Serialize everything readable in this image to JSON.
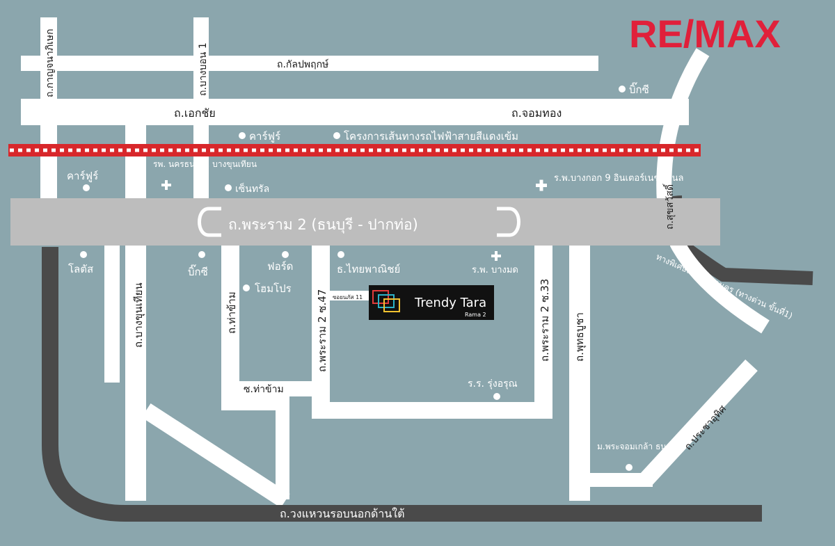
{
  "brand": {
    "logo_text": "RE/MAX",
    "color_red": "#e0203a",
    "color_blue": "#0a4fa0"
  },
  "colors": {
    "background": "#8ba6ad",
    "road": "#ffffff",
    "highway": "#bdbdbd",
    "ring_road": "#4a4a4a",
    "rail": "#d8272b"
  },
  "roads": {
    "kanchanaphisek": "ถ.กาญจนาภิเษก",
    "bang_bon_1": "ถ.บางบอน 1",
    "kanlapaphruek": "ถ.กัลปพฤกษ์",
    "ekkachai": "ถ.เอกชัย",
    "chom_thong": "ถ.จอมทอง",
    "rama2": "ถ.พระราม 2 (ธนบุรี - ปากท่อ)",
    "bang_khun_thian": "ถ.บางขุนเทียน",
    "tha_kham": "ถ.ท่าข้าม",
    "soi_tha_kham": "ซ.ท่าข้าม",
    "rama2_soi47": "ถ.พระราม 2 ซ.47",
    "rama2_soi33": "ถ.พระราม 2 ซ.33",
    "phutthabucha": "ถ.พุทธบูชา",
    "suksawat": "ถ.สุขสวัสดิ์",
    "pracha_uthit": "ถ.ประชาอุทิศ",
    "outer_ring": "ถ.วงแหวนรอบนอกด้านใต้",
    "expressway": "ทางพิเศษเฉลิมมหานคร (ทางด่วน ขั้นที่1)",
    "soi_11": "ซอยนภัส 11"
  },
  "places": {
    "big_c_top": "บิ๊กซี",
    "carrefour_top": "คาร์ฟูร์",
    "rail_project": "โครงการเส้นทางรถไฟฟ้าสายสีแดงเข้ม",
    "carrefour_left": "คาร์ฟูร์",
    "nakornthon_hosp": "รพ. นครธน",
    "bangkhunthian_police": "สน. บางขุนเทียน",
    "central": "เซ็นทรัล",
    "bangkok9_hosp": "ร.พ.บางกอก 9 อินเตอร์เนชั่นแนล",
    "lotus": "โลตัส",
    "big_c_bottom": "บิ๊กซี",
    "ford": "ฟอร์ด",
    "homepro": "โฮมโปร",
    "scb": "ธ.ไทยพาณิชย์",
    "bangmod_hosp": "ร.พ. บางมด",
    "rungarun_school": "ร.ร. รุ่งอรุณ",
    "kmutt": "ม.พระจอมเกล้า ธนบุรี"
  },
  "project": {
    "name": "Trendy Tara",
    "sub": "Rama 2"
  }
}
